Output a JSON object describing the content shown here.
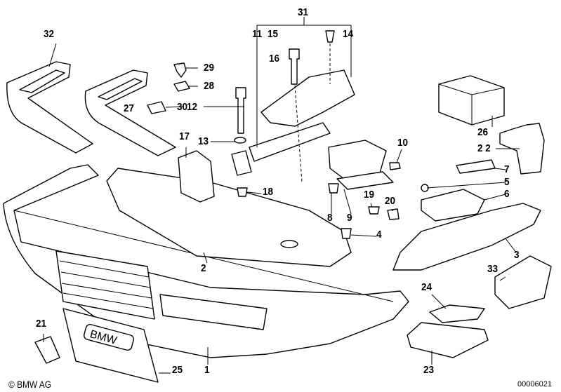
{
  "diagram": {
    "labels": {
      "p1": "1",
      "p2": "2",
      "p3": "3",
      "p4": "4",
      "p5": "5",
      "p6": "6",
      "p7": "7",
      "p8": "8",
      "p9": "9",
      "p10": "10",
      "p11": "11",
      "p12": "12",
      "p13": "13",
      "p14": "14",
      "p15": "15",
      "p16": "16",
      "p17": "17",
      "p18": "18",
      "p19": "19",
      "p20": "20",
      "p21": "21",
      "p22": "2 2",
      "p23": "23",
      "p24": "24",
      "p25": "25",
      "p26": "26",
      "p27": "27",
      "p28": "28",
      "p29": "29",
      "p30": "30",
      "p31": "31",
      "p32": "32",
      "p33": "33"
    },
    "copyright": "© BMW AG",
    "diagram_id": "00006021"
  }
}
